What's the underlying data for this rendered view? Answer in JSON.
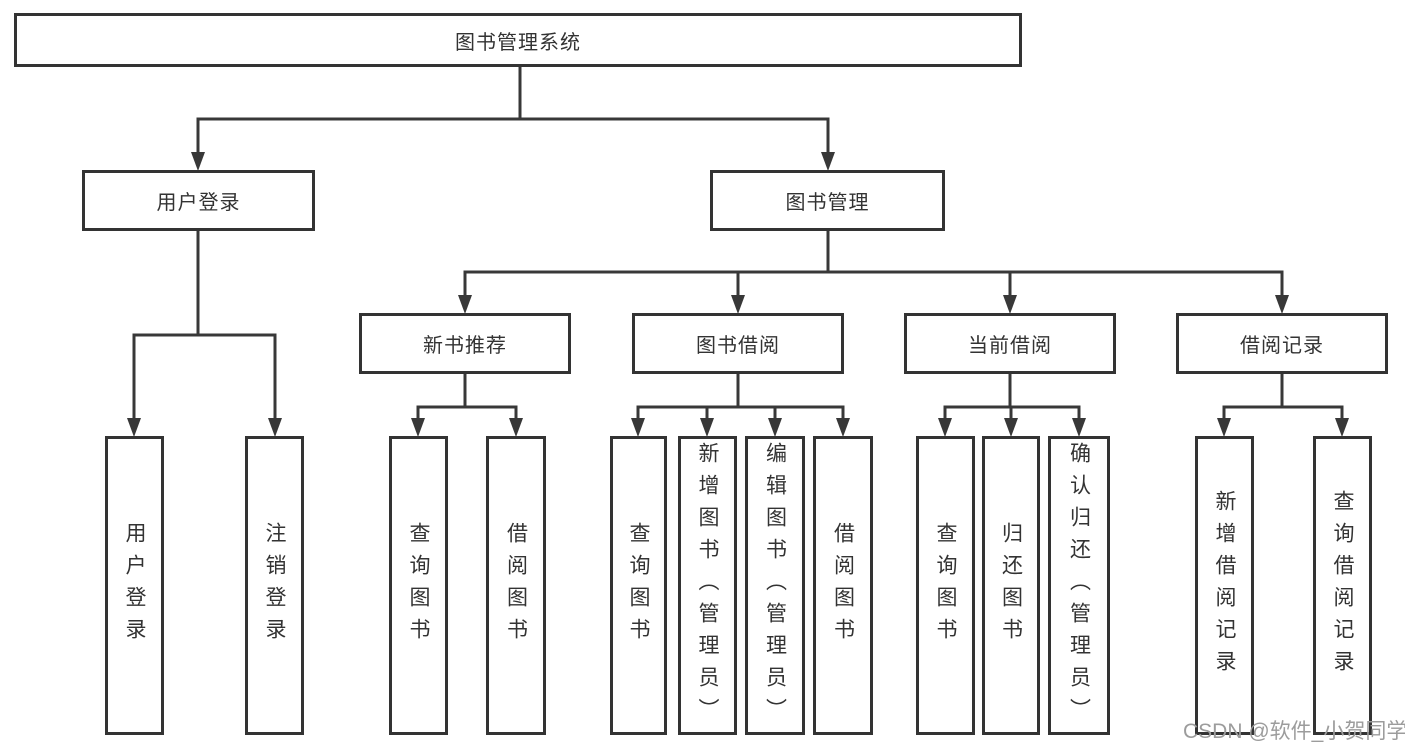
{
  "nodes": {
    "root": {
      "label": "图书管理系统"
    },
    "level2": [
      {
        "label": "用户登录"
      },
      {
        "label": "图书管理"
      }
    ],
    "level3": [
      {
        "label": "新书推荐"
      },
      {
        "label": "图书借阅"
      },
      {
        "label": "当前借阅"
      },
      {
        "label": "借阅记录"
      }
    ],
    "leaves": [
      {
        "label": "用户登录"
      },
      {
        "label": "注销登录"
      },
      {
        "label": "查询图书"
      },
      {
        "label": "借阅图书"
      },
      {
        "label": "查询图书"
      },
      {
        "label": "新增图书（管理员）"
      },
      {
        "label": "编辑图书（管理员）"
      },
      {
        "label": "借阅图书"
      },
      {
        "label": "查询图书"
      },
      {
        "label": "归还图书"
      },
      {
        "label": "确认归还（管理员）"
      },
      {
        "label": "新增借阅记录"
      },
      {
        "label": "查询借阅记录"
      }
    ]
  },
  "watermark": {
    "text": "CSDN @软件_小贺同学"
  },
  "colors": {
    "line": "#383838",
    "box_border": "#333333",
    "text": "#333333",
    "background": "#ffffff",
    "watermark": "#9c9c9c"
  }
}
